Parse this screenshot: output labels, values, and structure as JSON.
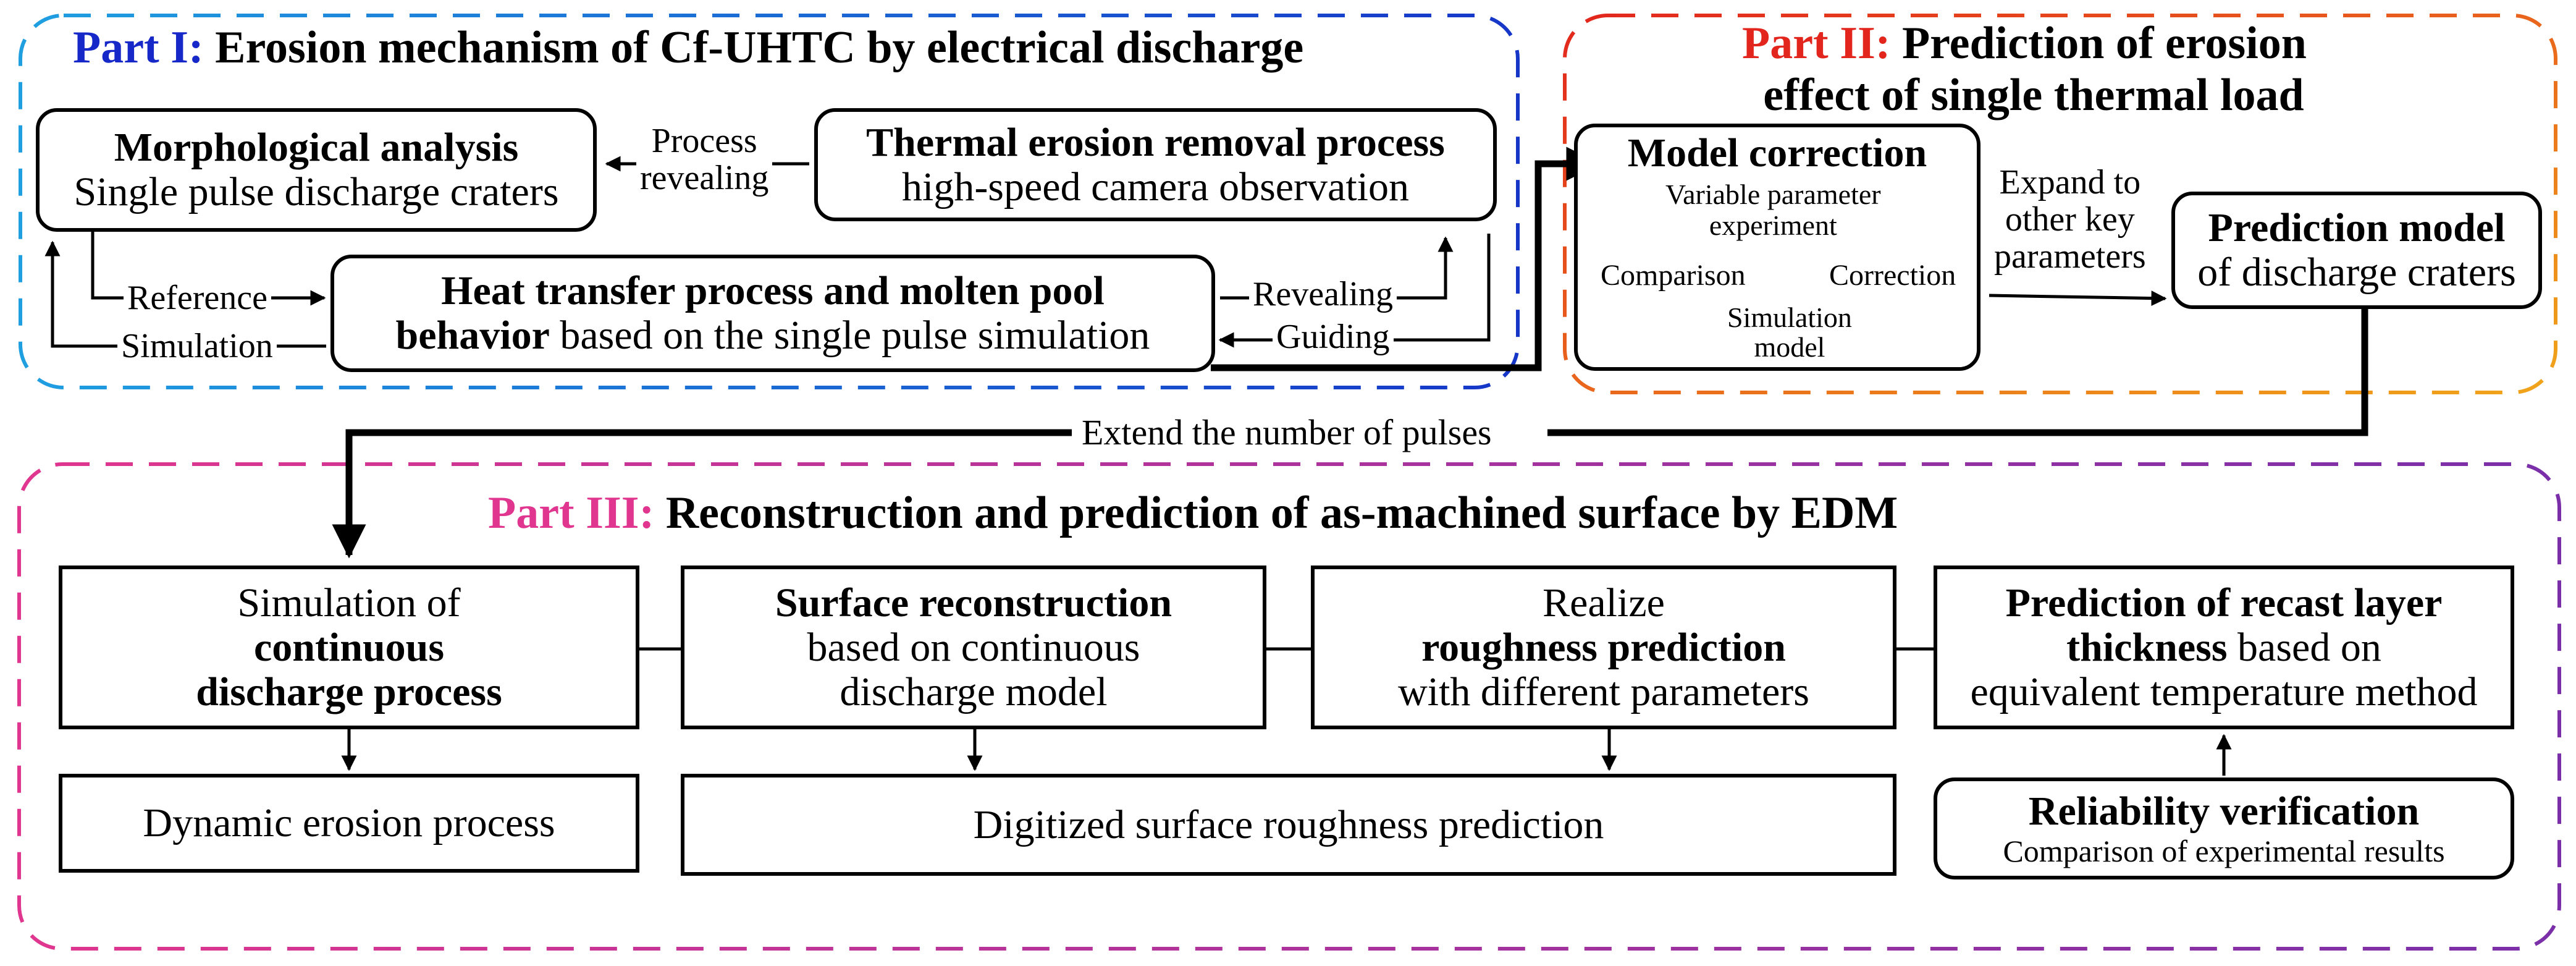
{
  "part1": {
    "tag": "Part I:",
    "title": "Erosion mechanism of Cf-UHTC by electrical discharge",
    "morph_title": "Morphological analysis",
    "morph_sub": "Single pulse discharge craters",
    "process_revealing": [
      "Process",
      "revealing"
    ],
    "thermal_title": "Thermal erosion removal process",
    "thermal_sub": "high-speed camera observation",
    "heat_bold": [
      "Heat transfer process and molten pool",
      "behavior"
    ],
    "heat_rest": " based on the single pulse simulation",
    "reference": "Reference",
    "simulation": "Simulation",
    "revealing": "Revealing",
    "guiding": "Guiding"
  },
  "part2": {
    "tag": "Part II:",
    "title_line1": "Prediction of erosion",
    "title_line2": "effect of single thermal load",
    "model_correction": "Model correction",
    "variable": [
      "Variable parameter",
      "experiment"
    ],
    "comparison": "Comparison",
    "correction": "Correction",
    "simulation_model": [
      "Simulation",
      "model"
    ],
    "expand": [
      "Expand to",
      "other key",
      "parameters"
    ],
    "pred_title": "Prediction model",
    "pred_sub": "of discharge craters"
  },
  "connector": {
    "extend": "Extend the number of pulses"
  },
  "part3": {
    "tag": "Part III:",
    "title": "Reconstruction and prediction of as-machined surface by EDM",
    "sim_line1": "Simulation of",
    "sim_bold": [
      "continuous",
      "discharge process"
    ],
    "surf_bold": "Surface reconstruction",
    "surf_rest": [
      "based on continuous",
      "discharge model"
    ],
    "real_line1": "Realize",
    "real_bold": "roughness prediction",
    "real_rest": "with different parameters",
    "recast_bold": [
      "Prediction of recast layer",
      "thickness"
    ],
    "recast_rest1": " based on",
    "recast_rest2": "equivalent temperature method",
    "dynamic": "Dynamic erosion process",
    "digitized": "Digitized surface roughness prediction",
    "reliability_title": "Reliability verification",
    "reliability_sub": "Comparison of experimental results"
  },
  "colors": {
    "part1": "#1628c8",
    "part2": "#e2261d",
    "part3": "#e0368f",
    "border1": "#1f9fe0",
    "border2": "#f0a51a",
    "border3": "#7a2fa8"
  }
}
